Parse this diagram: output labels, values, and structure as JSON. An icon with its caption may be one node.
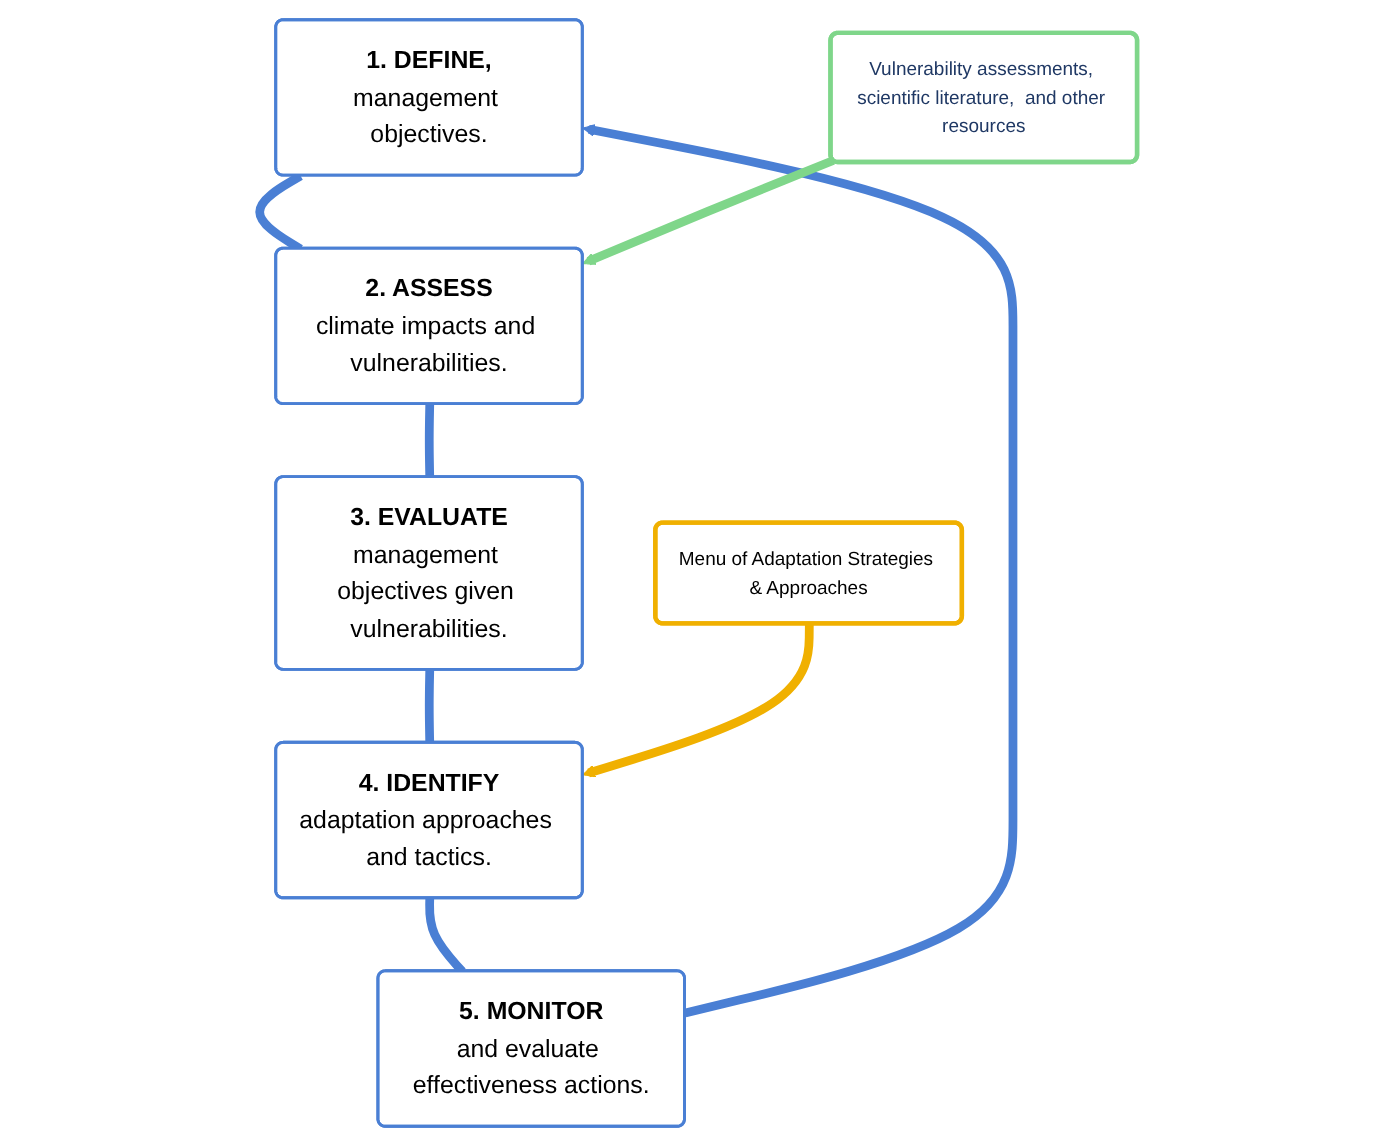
{
  "diagram": {
    "nodes": [
      {
        "text": [
          "1. DEFINE,",
          "management objectives."
        ]
      },
      {
        "text": [
          "2. ASSESS",
          "climate impacts and vulnerabilities."
        ]
      },
      {
        "text": [
          "3. EVALUATE",
          "management objectives given vulnerabilities."
        ]
      },
      {
        "text": [
          "4. IDENTIFY",
          "adaptation approaches and tactics."
        ]
      },
      {
        "text": [
          "5. MONITOR",
          "and evaluate effectiveness actions."
        ]
      },
      {
        "text": [
          "Vulnerability assessments, scientific literature,  and other resources"
        ]
      },
      {
        "text": [
          "Menu of Adaptation Strategies & Approaches"
        ]
      }
    ],
    "edges": [
      {
        "from": 0,
        "to": 1,
        "arrow": "none"
      },
      {
        "from": 1,
        "to": 2,
        "arrow": "none"
      },
      {
        "from": 2,
        "to": 3,
        "arrow": "none"
      },
      {
        "from": 3,
        "to": 4,
        "arrow": "none"
      },
      {
        "from": 4,
        "to": 0,
        "arrow": "to"
      },
      {
        "from": 5,
        "to": 1,
        "arrow": "to",
        "color": "#7fd68a"
      },
      {
        "from": 6,
        "to": 3,
        "arrow": "to",
        "color": "#f0b000"
      }
    ]
  }
}
